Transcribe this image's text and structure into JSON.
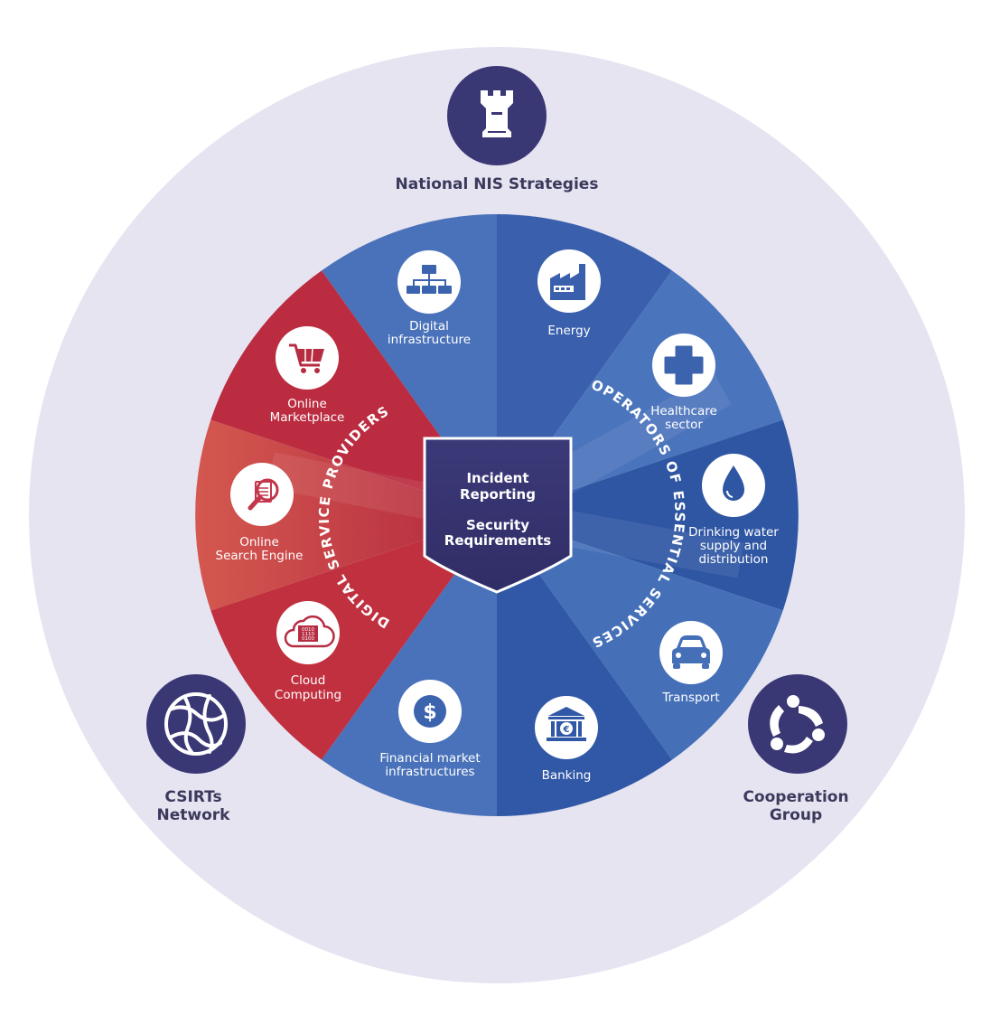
{
  "outer": {
    "national": "National NIS Strategies",
    "csirts": [
      "CSIRTs",
      "Network"
    ],
    "cooperation": [
      "Cooperation",
      "Group"
    ]
  },
  "center": {
    "incident": [
      "Incident",
      "Reporting"
    ],
    "security": [
      "Security",
      "Requirements"
    ]
  },
  "arcs": {
    "dsp": "DIGITAL SERVICE PROVIDERS",
    "oes": "OPERATORS OF ESSENTIAL SERVICES"
  },
  "sectors": [
    {
      "id": "digital-infrastructure",
      "lines": [
        "Digital",
        "infrastructure"
      ],
      "icon": "network-hierarchy-icon"
    },
    {
      "id": "energy",
      "lines": [
        "Energy"
      ],
      "icon": "factory-icon"
    },
    {
      "id": "healthcare",
      "lines": [
        "Healthcare",
        "sector"
      ],
      "icon": "medical-cross-icon"
    },
    {
      "id": "drinking-water",
      "lines": [
        "Drinking water",
        "supply and",
        "distribution"
      ],
      "icon": "water-drop-icon"
    },
    {
      "id": "transport",
      "lines": [
        "Transport"
      ],
      "icon": "car-icon"
    },
    {
      "id": "banking",
      "lines": [
        "Banking"
      ],
      "icon": "bank-icon"
    },
    {
      "id": "financial-market",
      "lines": [
        "Financial market",
        "infrastructures"
      ],
      "icon": "dollar-icon"
    },
    {
      "id": "cloud-computing",
      "lines": [
        "Cloud",
        "Computing"
      ],
      "icon": "cloud-icon"
    },
    {
      "id": "online-search",
      "lines": [
        "Online",
        "Search Engine"
      ],
      "icon": "search-icon"
    },
    {
      "id": "online-marketplace",
      "lines": [
        "Online",
        "Marketplace"
      ],
      "icon": "shopping-cart-icon"
    }
  ],
  "icons": {
    "cloud_binary": [
      "0010",
      "1110",
      "0100"
    ]
  },
  "colors": {
    "outer_ring": "#e6e4f1",
    "navy": "#3a3775",
    "blue": "#3c63ae",
    "blue_dark": "#2f53a0",
    "red": "#b62d42",
    "red_light": "#d15651"
  }
}
